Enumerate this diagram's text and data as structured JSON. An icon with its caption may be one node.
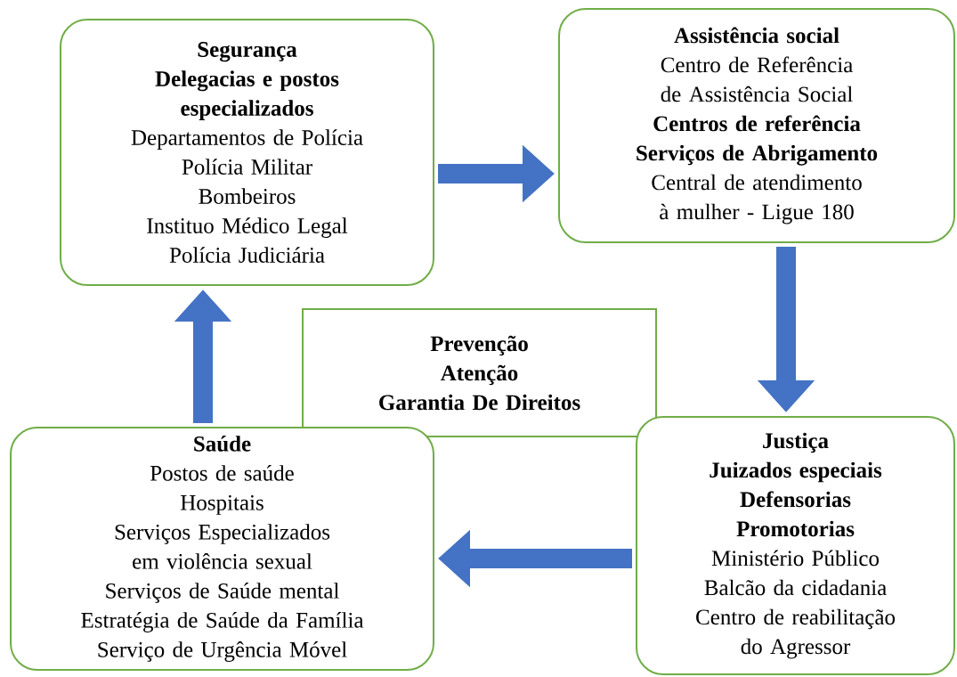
{
  "diagram": {
    "nodes": [
      {
        "text": [
          "Segurança",
          "Delegacias e postos especializados",
          "Departamentos de Polícia",
          "Polícia Militar",
          "Bombeiros",
          "Instituo Médico Legal",
          "Polícia Judiciária"
        ]
      },
      {
        "text": [
          "Assistência social",
          "Centro de Referência de Assistência Social",
          "Centros de referência",
          "Serviços de Abrigamento",
          "Central de atendimento à mulher - Ligue 180"
        ]
      },
      {
        "text": [
          "Prevenção",
          "Atenção",
          "Garantia De Direitos"
        ]
      },
      {
        "text": [
          "Saúde",
          "Postos de saúde",
          "Hospitais",
          "Serviços Especializados em violência sexual",
          "Serviços de Saúde mental",
          "Estratégia de Saúde da Família",
          "Serviço de Urgência Móvel"
        ]
      },
      {
        "text": [
          "Justiça",
          "Juizados especiais",
          "Defensorias",
          "Promotorias",
          "Ministério Público",
          "Balcão da cidadania",
          "Centro de reabilitação do Agressor"
        ]
      }
    ],
    "edges": [
      {
        "from": 0,
        "to": 1,
        "arrow": "to"
      },
      {
        "from": 1,
        "to": 4,
        "arrow": "to"
      },
      {
        "from": 4,
        "to": 3,
        "arrow": "to"
      },
      {
        "from": 3,
        "to": 0,
        "arrow": "to"
      }
    ]
  }
}
